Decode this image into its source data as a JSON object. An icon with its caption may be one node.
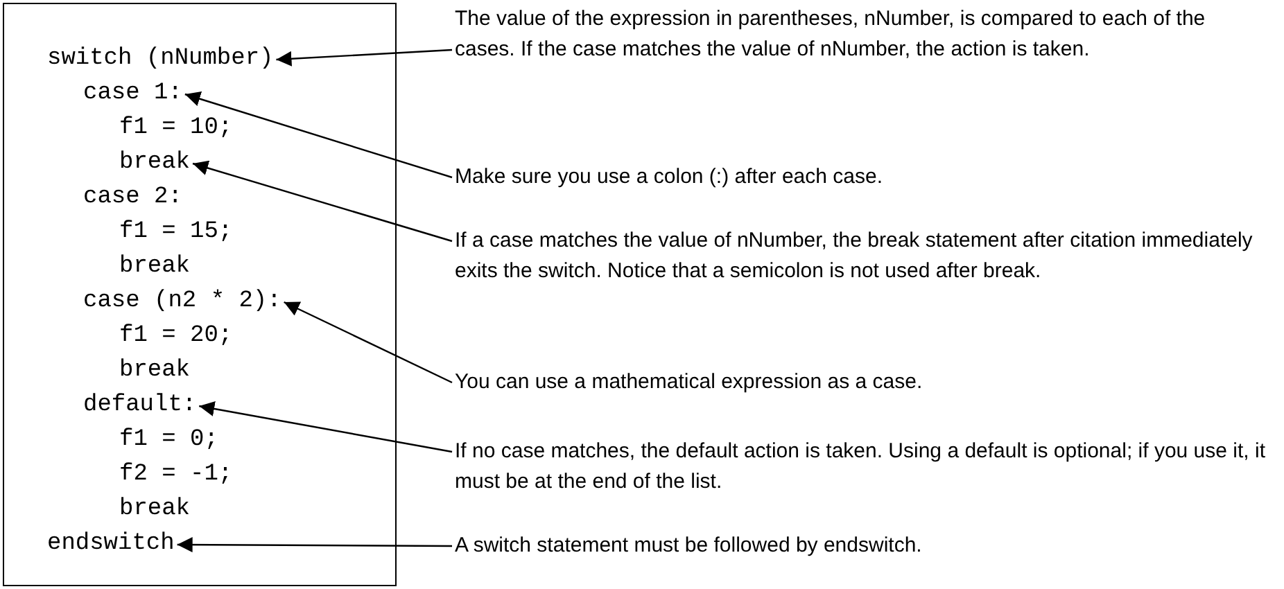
{
  "diagram": {
    "nodes": [
      {
        "text": [],
        "shape": "box"
      },
      {
        "text": [
          "switch (nNumber)"
        ],
        "in": 0
      },
      {
        "text": [
          "case 1:"
        ],
        "in": 0
      },
      {
        "text": [
          "f1 = 10;"
        ],
        "in": 0
      },
      {
        "text": [
          "break"
        ],
        "in": 0
      },
      {
        "text": [
          "case 2:"
        ],
        "in": 0
      },
      {
        "text": [
          "f1 = 15;"
        ],
        "in": 0
      },
      {
        "text": [
          "break"
        ],
        "in": 0
      },
      {
        "text": [
          "case (n2 * 2):"
        ],
        "in": 0
      },
      {
        "text": [
          "f1 = 20;"
        ],
        "in": 0
      },
      {
        "text": [
          "break"
        ],
        "in": 0
      },
      {
        "text": [
          "default:"
        ],
        "in": 0
      },
      {
        "text": [
          "f1 = 0;"
        ],
        "in": 0
      },
      {
        "text": [
          "f2 = -1;"
        ],
        "in": 0
      },
      {
        "text": [
          "break"
        ],
        "in": 0
      },
      {
        "text": [
          "endswitch"
        ],
        "in": 0
      },
      {
        "text": [
          "The value of the expression in parentheses, nNumber, is compared to each of the cases. If the case matches the value of nNumber, the action is taken."
        ]
      },
      {
        "text": [
          "Make sure you use a colon (:) after each case."
        ]
      },
      {
        "text": [
          "If a case matches the value of nNumber, the break statement after citation immediately exits the switch. Notice that a semicolon is not used after break."
        ]
      },
      {
        "text": [
          "You can use a mathematical expression as a case."
        ]
      },
      {
        "text": [
          "If no case matches, the default action is taken. Using a default is optional; if you use it, it must be at the end of the list."
        ]
      },
      {
        "text": [
          "A switch statement must be followed by endswitch."
        ]
      }
    ],
    "edges": [
      {
        "from": 16,
        "to": 1,
        "arrow": "to"
      },
      {
        "from": 17,
        "to": 2,
        "arrow": "to"
      },
      {
        "from": 18,
        "to": 4,
        "arrow": "to"
      },
      {
        "from": 19,
        "to": 8,
        "arrow": "to"
      },
      {
        "from": 20,
        "to": 11,
        "arrow": "to"
      },
      {
        "from": 21,
        "to": 15,
        "arrow": "to"
      }
    ]
  }
}
